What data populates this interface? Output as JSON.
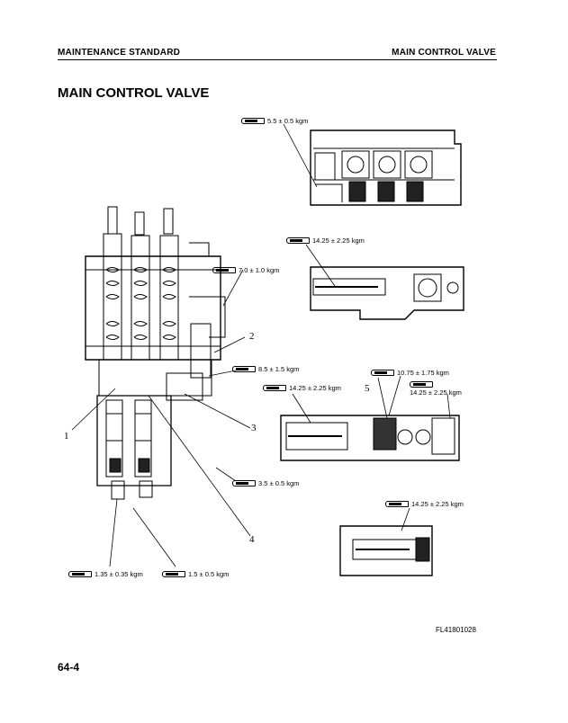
{
  "header": {
    "left": "MAINTENANCE STANDARD",
    "right": "MAIN CONTROL VALVE"
  },
  "title": "MAIN CONTROL VALVE",
  "specs": [
    {
      "id": "s1",
      "value": "5.5 ± 0.5 kgm"
    },
    {
      "id": "s2",
      "value": "14.25 ± 2.25 kgm"
    },
    {
      "id": "s3",
      "value": "7.0 ± 1.0 kgm"
    },
    {
      "id": "s4",
      "value": "8.5 ± 1.5 kgm"
    },
    {
      "id": "s5",
      "value": "10.75 ± 1.75 kgm"
    },
    {
      "id": "s6",
      "value": "14.25 ± 2.25 kgm"
    },
    {
      "id": "s7",
      "value": "14.25 ± 2.25 kgm"
    },
    {
      "id": "s8",
      "value": "3.5 ± 0.5 kgm"
    },
    {
      "id": "s9",
      "value": "14.25 ± 2.25 kgm"
    },
    {
      "id": "s10",
      "value": "1.35 ± 0.35 kgm"
    },
    {
      "id": "s11",
      "value": "1.5 ± 0.5 kgm"
    }
  ],
  "callouts": [
    "1",
    "2",
    "3",
    "4",
    "5"
  ],
  "figure_code": "FL41801028",
  "page_number": "64-4"
}
